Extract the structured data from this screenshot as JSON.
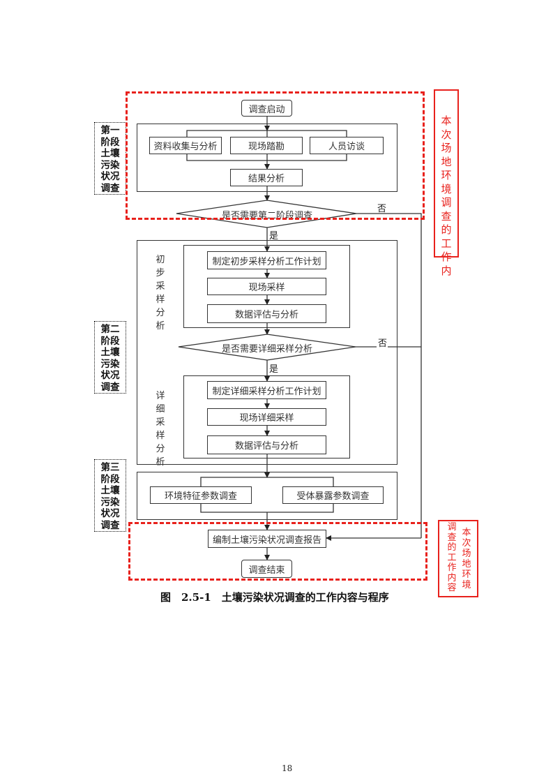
{
  "figure": {
    "caption_number": "图　2.5-1",
    "caption_title": "土壤污染状况调查的工作内容与程序",
    "page_number": "18"
  },
  "scope_labels": {
    "top": [
      "本",
      "次",
      "场",
      "地",
      "环",
      "境",
      "调",
      "查",
      "的",
      "工",
      "作",
      "内"
    ],
    "bottom_col1": [
      "本",
      "次",
      "场",
      "地",
      "环",
      "境"
    ],
    "bottom_col2": [
      "调",
      "查",
      "的",
      "工",
      "作",
      "内",
      "容"
    ]
  },
  "stages": [
    {
      "label": [
        "第一",
        "阶段",
        "土壤",
        "污染",
        "状况",
        "调查"
      ]
    },
    {
      "label": [
        "第二",
        "阶段",
        "土壤",
        "污染",
        "状况",
        "调查"
      ]
    },
    {
      "label": [
        "第三",
        "阶段",
        "土壤",
        "污染",
        "状况",
        "调查"
      ]
    }
  ],
  "flow": {
    "start": "调查启动",
    "stage1_parallel": [
      "资料收集与分析",
      "现场踏勘",
      "人员访谈"
    ],
    "stage1_result": "结果分析",
    "decision1": "是否需要第二阶段调查",
    "decision1_yes": "是",
    "decision1_no": "否",
    "initial_sampling_label": [
      "初",
      "步",
      "采",
      "样",
      "分",
      "析"
    ],
    "initial_sampling_steps": [
      "制定初步采样分析工作计划",
      "现场采样",
      "数据评估与分析"
    ],
    "decision2": "是否需要详细采样分析",
    "decision2_yes": "是",
    "decision2_no": "否",
    "detailed_sampling_label": [
      "详",
      "细",
      "采",
      "样",
      "分",
      "析"
    ],
    "detailed_sampling_steps": [
      "制定详细采样分析工作计划",
      "现场详细采样",
      "数据评估与分析"
    ],
    "stage3_parallel": [
      "环境特征参数调查",
      "受体暴露参数调查"
    ],
    "report": "编制土壤污染状况调查报告",
    "end": "调查结束"
  },
  "colors": {
    "scope_highlight": "#e8211c",
    "lines": "#333333"
  }
}
